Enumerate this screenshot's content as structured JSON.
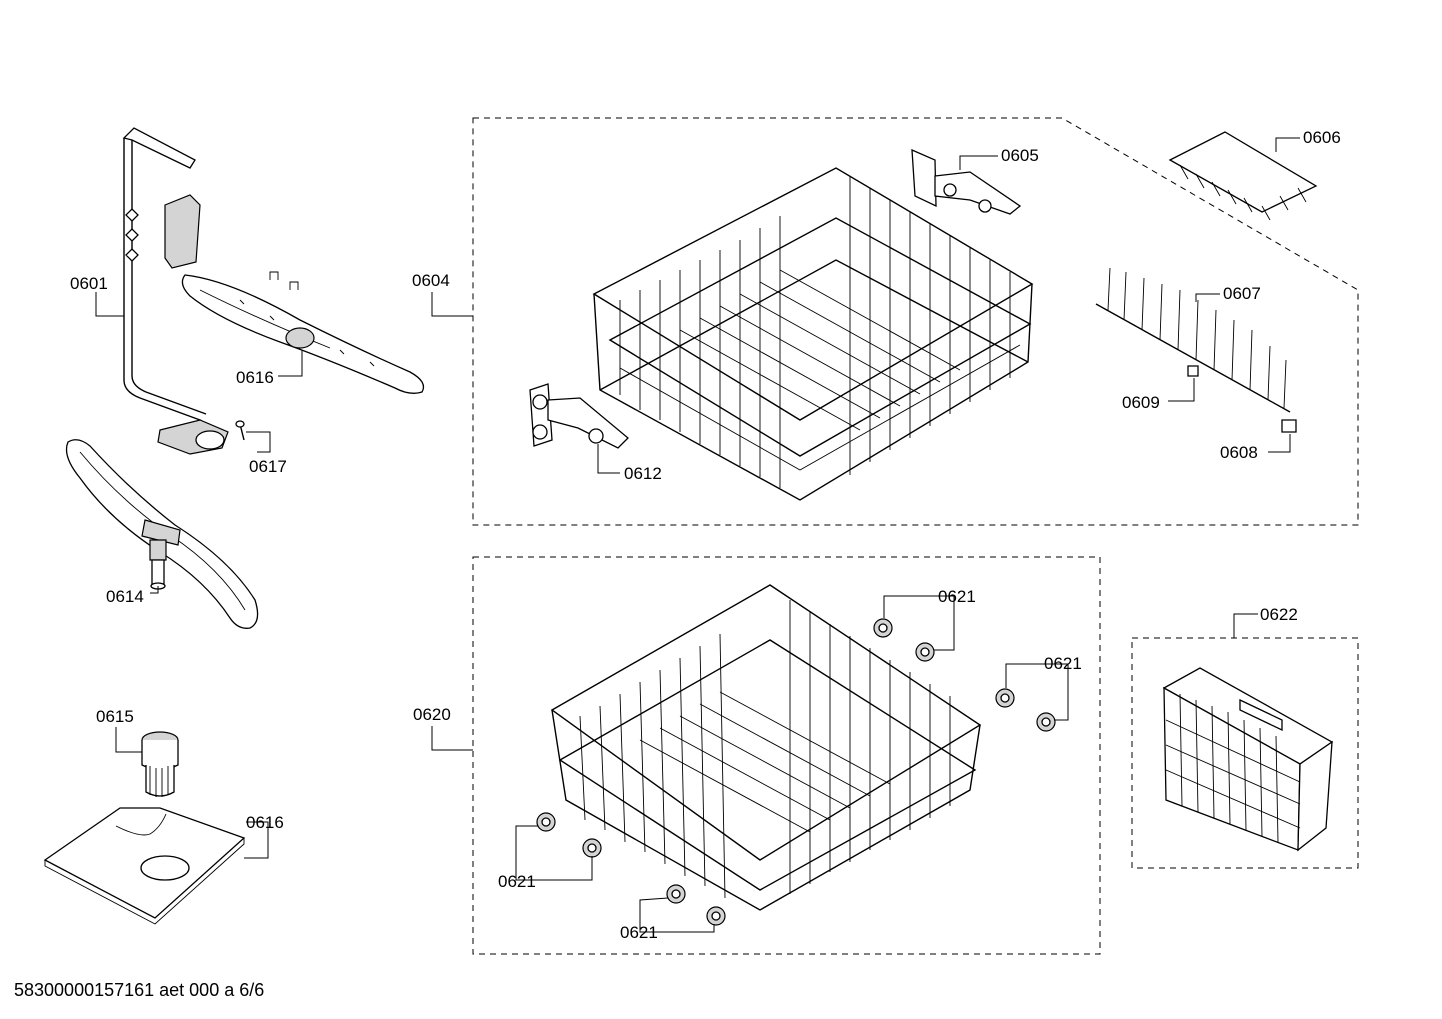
{
  "labels": {
    "l0601": "0601",
    "l0604": "0604",
    "l0605": "0605",
    "l0606": "0606",
    "l0607": "0607",
    "l0608": "0608",
    "l0609": "0609",
    "l0612": "0612",
    "l0614": "0614",
    "l0615": "0615",
    "l0616a": "0616",
    "l0616b": "0616",
    "l0617": "0617",
    "l0620": "0620",
    "l0621a": "0621",
    "l0621b": "0621",
    "l0621c": "0621",
    "l0621d": "0621",
    "l0622": "0622"
  },
  "footer": "58300000157161 aet 000 a 6/6"
}
